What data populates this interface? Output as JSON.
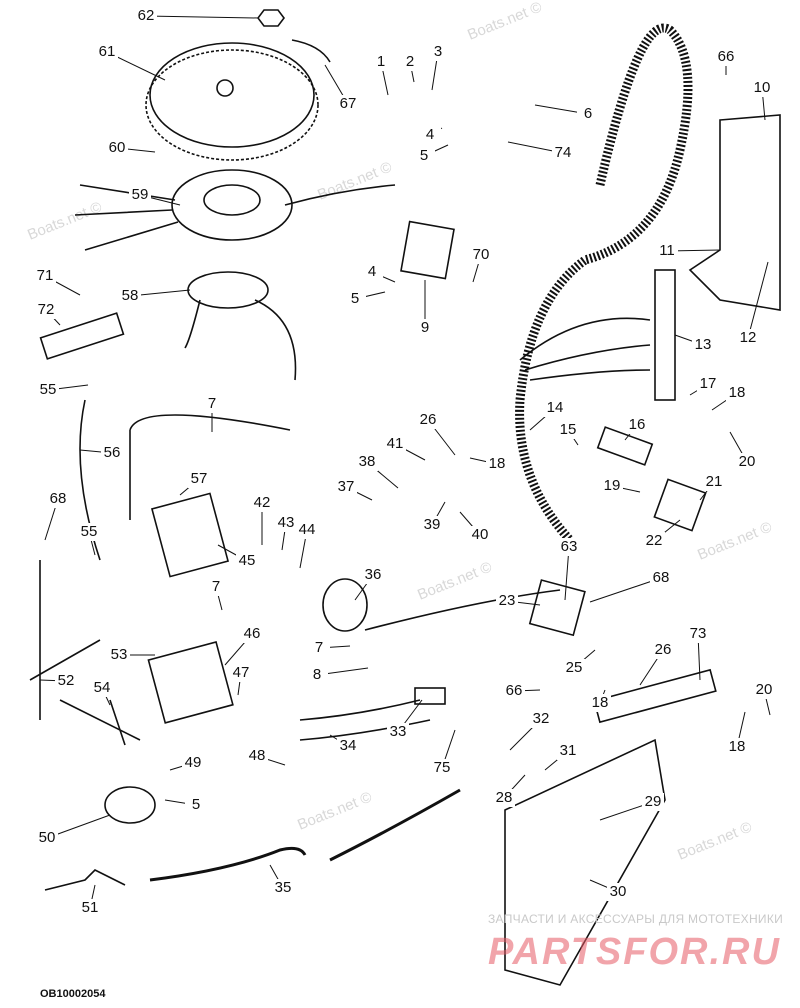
{
  "diagram": {
    "type": "exploded parts diagram",
    "callouts": [
      "62",
      "61",
      "67",
      "1",
      "2",
      "3",
      "6",
      "4",
      "5",
      "74",
      "66",
      "10",
      "60",
      "59",
      "71",
      "72",
      "58",
      "4",
      "5",
      "70",
      "9",
      "11",
      "12",
      "13",
      "55",
      "56",
      "7",
      "14",
      "17",
      "18",
      "15",
      "16",
      "20",
      "26",
      "18",
      "41",
      "38",
      "57",
      "37",
      "19",
      "21",
      "22",
      "68",
      "42",
      "43",
      "44",
      "55",
      "39",
      "40",
      "45",
      "36",
      "63",
      "68",
      "23",
      "7",
      "46",
      "53",
      "7",
      "47",
      "8",
      "25",
      "26",
      "73",
      "52",
      "54",
      "66",
      "18",
      "20",
      "32",
      "33",
      "34",
      "31",
      "18",
      "48",
      "75",
      "49",
      "5",
      "28",
      "29",
      "50",
      "30",
      "35",
      "51"
    ],
    "drawing_code": "OB10002054",
    "watermarks": [
      "Boats.net ©"
    ],
    "footer_watermark_line1": "ЗАПЧАСТИ И АКСЕССУАРЫ ДЛЯ МОТОТЕХНИКИ",
    "footer_watermark_line2": "PARTSFOR.RU"
  }
}
